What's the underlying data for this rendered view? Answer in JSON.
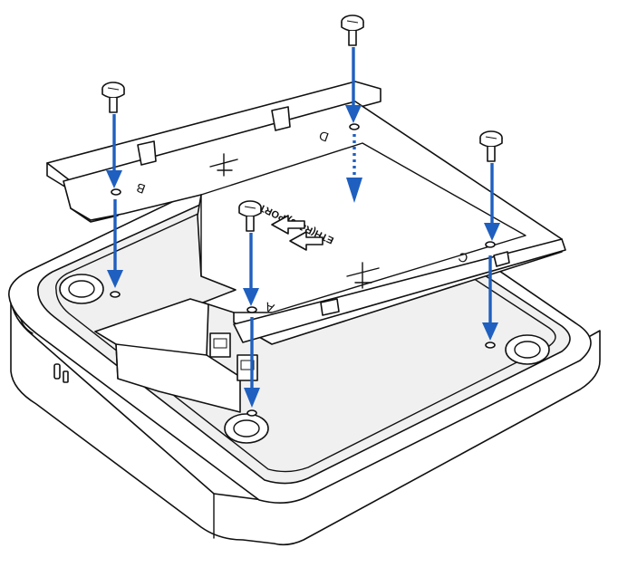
{
  "diagram": {
    "accent_color": "#1f5fbf",
    "port_label": "ETH(RJ45) PORT",
    "hole_letters": [
      "B",
      "A",
      "C",
      "D"
    ]
  }
}
